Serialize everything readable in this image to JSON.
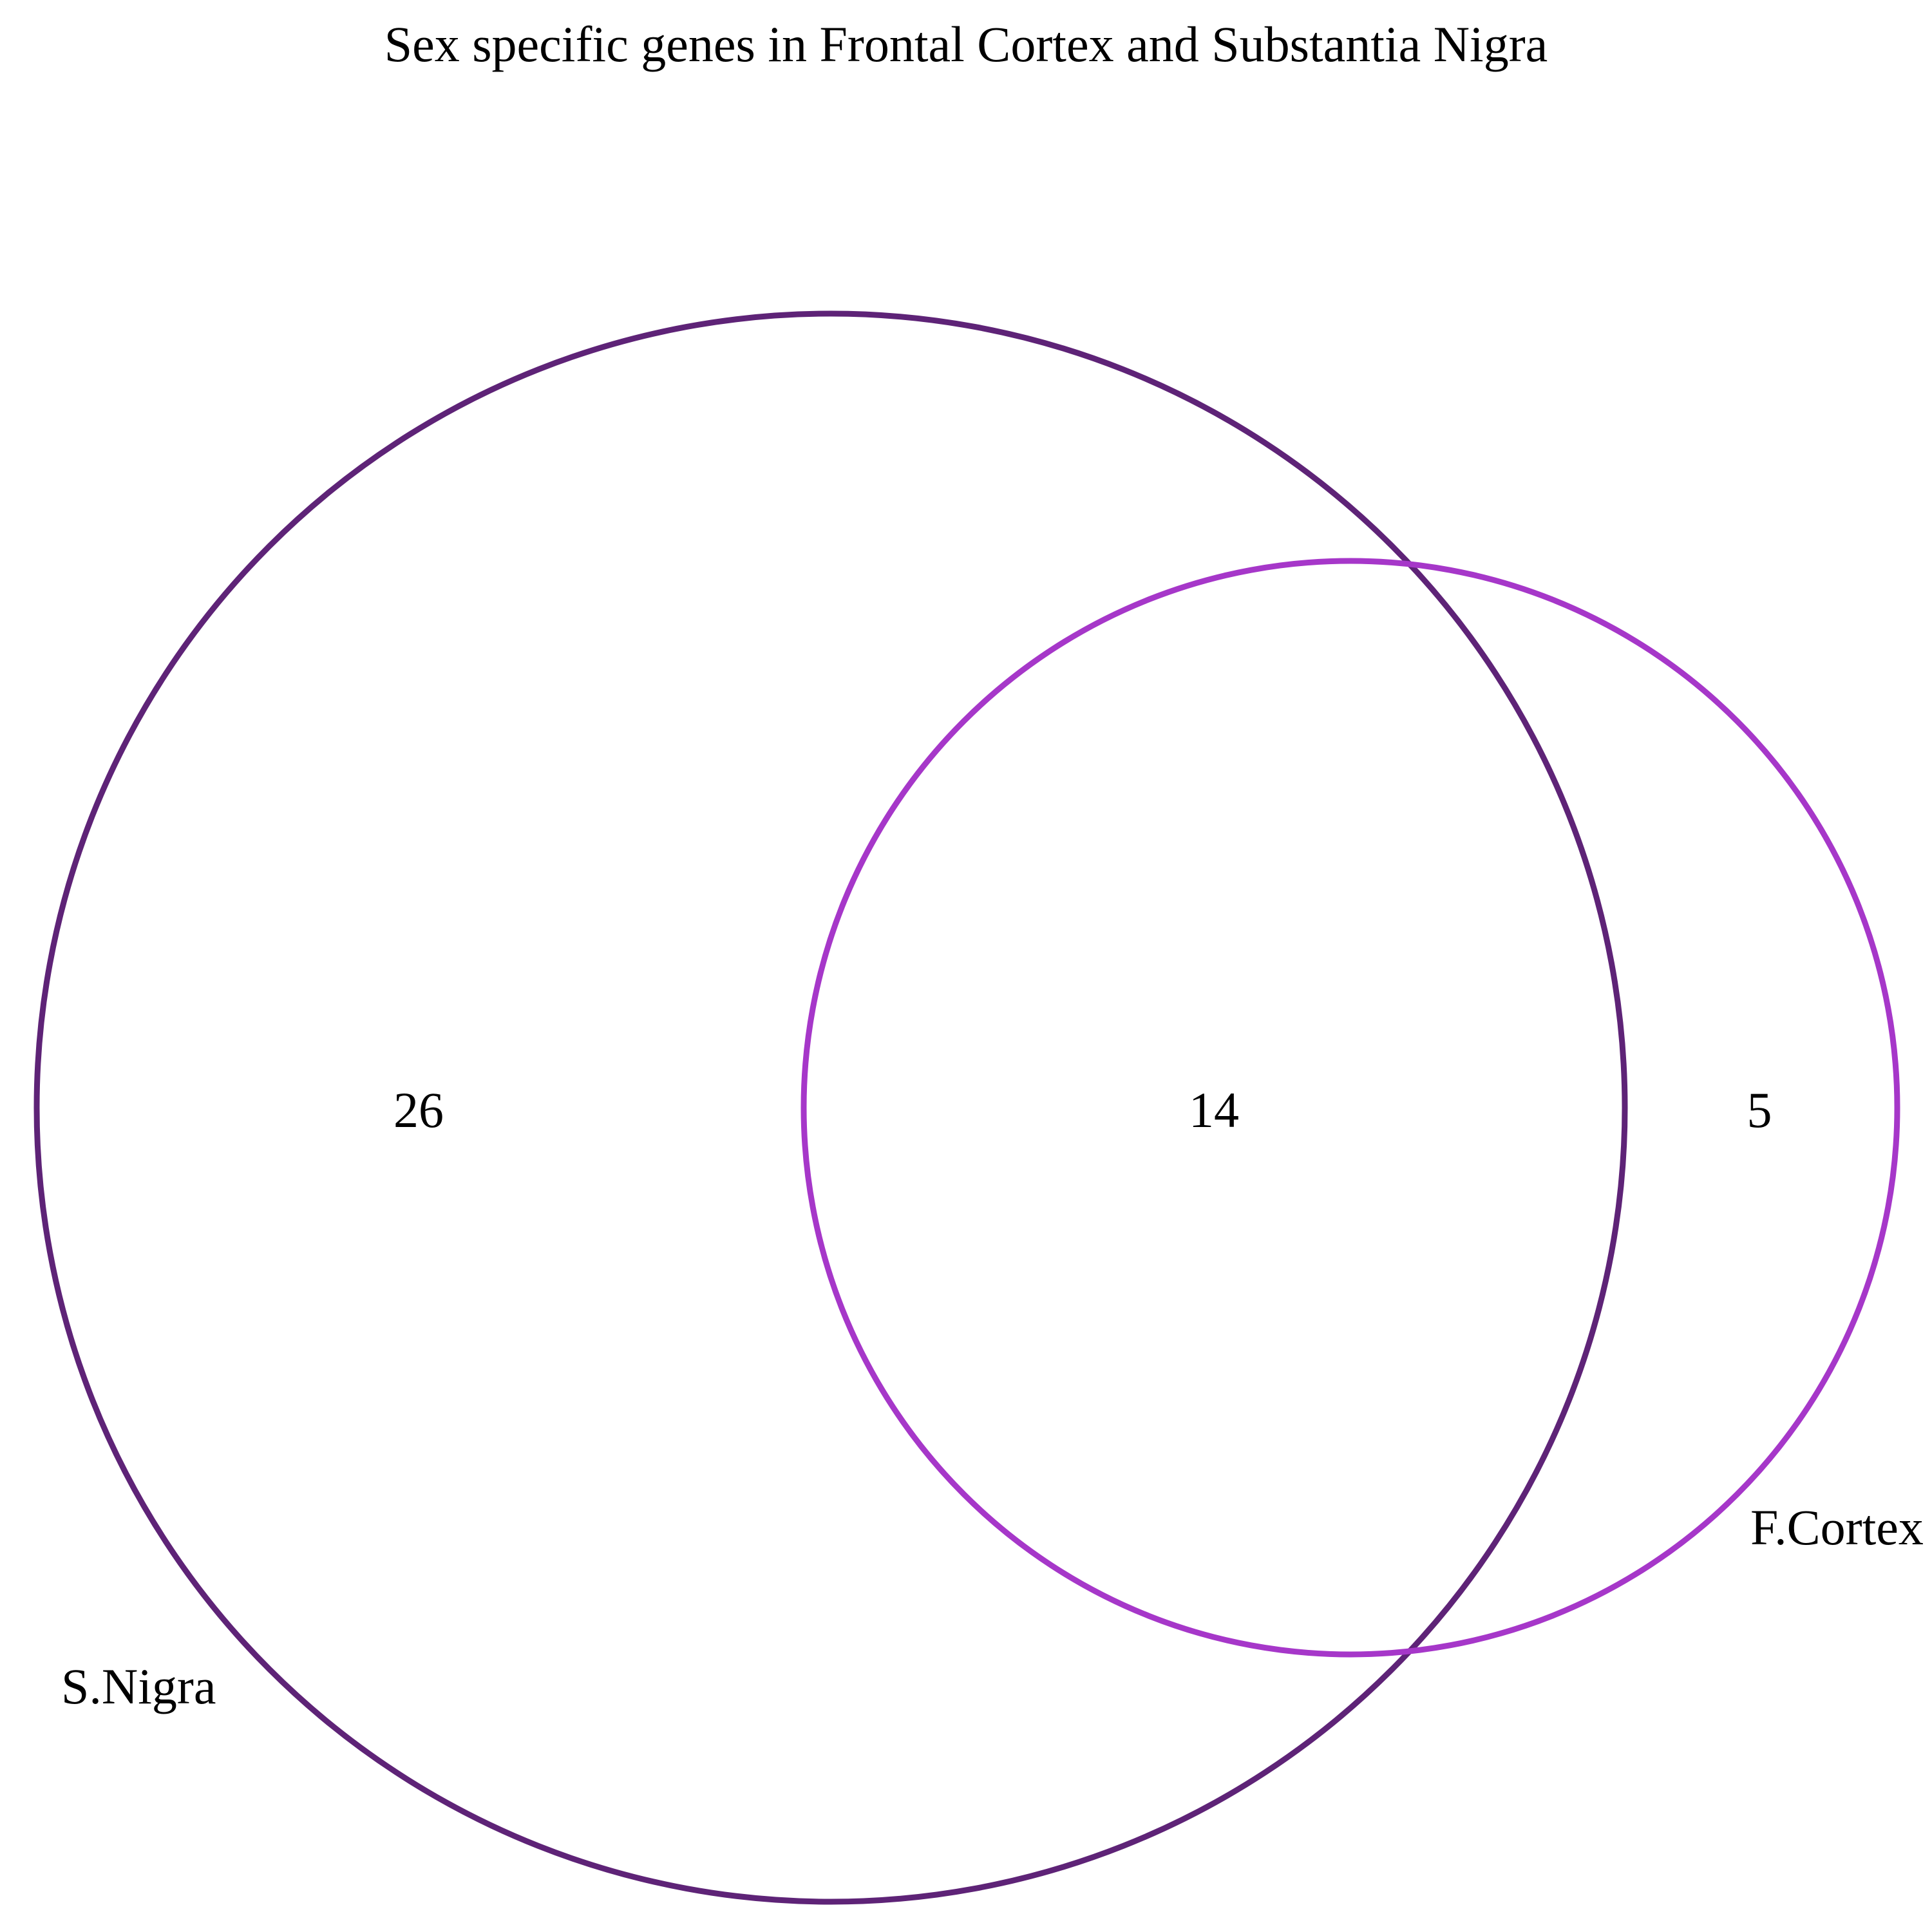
{
  "title": "Sex specific genes in Frontal Cortex and Substantia Nigra",
  "sets": [
    {
      "name": "S.Nigra",
      "color": "#5e2377"
    },
    {
      "name": "F.Cortex",
      "color": "#a637c9"
    }
  ],
  "regions": {
    "s_nigra_only": "26",
    "intersection": "14",
    "f_cortex_only": "5"
  }
}
